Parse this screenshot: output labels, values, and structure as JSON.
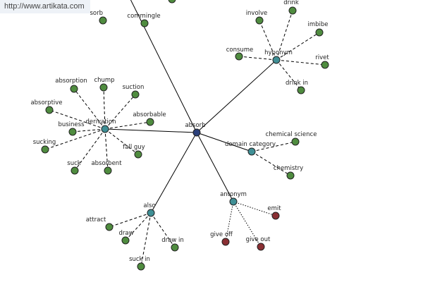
{
  "watermark": "http://www.artikata.com",
  "graph": {
    "center_label": "absorb",
    "colors": {
      "center": "#2a3f7a",
      "category": "#3f8f95",
      "word": "#4f8c3f",
      "antonym": "#8a2f33"
    },
    "branches": [
      {
        "label": "hyponym",
        "words": [
          "involve",
          "drink",
          "imbibe",
          "consume",
          "rivet",
          "drink in"
        ]
      },
      {
        "label": "derivation",
        "words": [
          "absorption",
          "chump",
          "suction",
          "absorptive",
          "absorbable",
          "business",
          "sucking",
          "fall guy",
          "suck",
          "absorbent"
        ]
      },
      {
        "label": "domain category",
        "words": [
          "chemical science",
          "chemistry"
        ]
      },
      {
        "label": "antonym",
        "words": [
          "emit",
          "give off",
          "give out"
        ]
      },
      {
        "label": "also",
        "words": [
          "attract",
          "draw",
          "draw in",
          "suck in"
        ]
      }
    ],
    "partial_words": [
      "sorb",
      "commingle"
    ]
  }
}
